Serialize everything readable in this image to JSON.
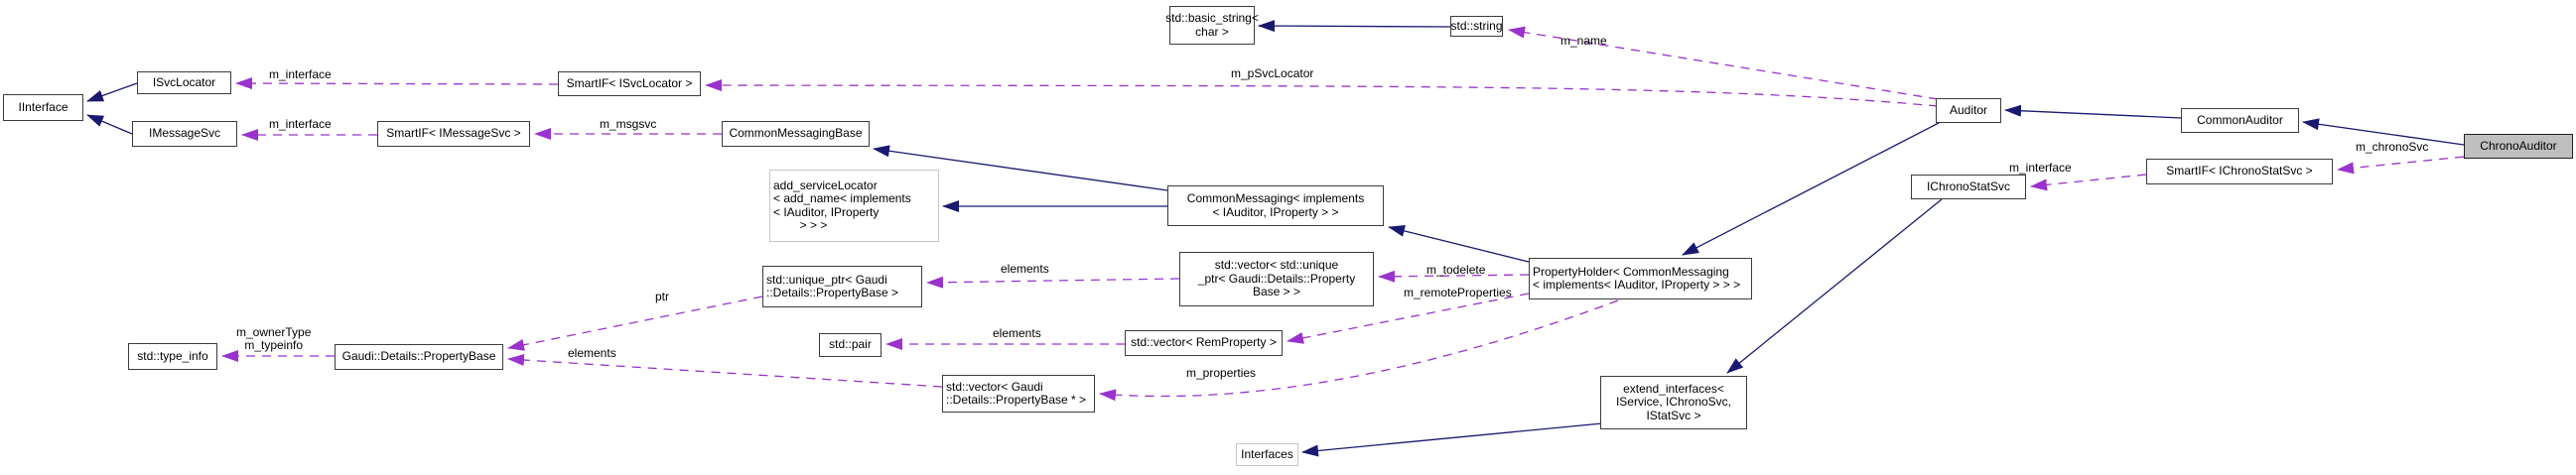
{
  "diagram": {
    "kind": "collaboration-graph",
    "highlighted_node": "ChronoAuditor",
    "colors": {
      "inheritance_edge": "#191970",
      "usage_edge": "#9a32cd",
      "node_fill": "#ffffff",
      "node_border": "#3c3c3c",
      "highlight_fill": "#bfbfbf",
      "faint_border": "#c6c6c6"
    },
    "nodes": [
      {
        "id": "basic-string",
        "label": "std::basic_string<\nchar >"
      },
      {
        "id": "string",
        "label": "std::string"
      },
      {
        "id": "auditor",
        "label": "Auditor"
      },
      {
        "id": "common-auditor",
        "label": "CommonAuditor"
      },
      {
        "id": "chrono-auditor",
        "label": "ChronoAuditor"
      },
      {
        "id": "iinterface",
        "label": "IInterface"
      },
      {
        "id": "isvclocator",
        "label": "ISvcLocator"
      },
      {
        "id": "imessagesvc",
        "label": "IMessageSvc"
      },
      {
        "id": "smartif-isvclocator",
        "label": "SmartIF< ISvcLocator >"
      },
      {
        "id": "smartif-imessagesvc",
        "label": "SmartIF< IMessageSvc >"
      },
      {
        "id": "commonmessagingbase",
        "label": "CommonMessagingBase"
      },
      {
        "id": "add-servicelocator",
        "label": "add_serviceLocator\n< add_name< implements\n< IAuditor, IProperty\n        > > >"
      },
      {
        "id": "commonmessaging",
        "label": "CommonMessaging< implements\n< IAuditor, IProperty > >"
      },
      {
        "id": "propertyholder",
        "label": "PropertyHolder< CommonMessaging\n< implements< IAuditor, IProperty > > >"
      },
      {
        "id": "ichronostatsvc",
        "label": "IChronoStatSvc"
      },
      {
        "id": "smartif-ichronostatsvc",
        "label": "SmartIF< IChronoStatSvc >"
      },
      {
        "id": "vector-uniqueptr",
        "label": "std::vector< std::unique\n_ptr< Gaudi::Details::Property\nBase > >"
      },
      {
        "id": "uniqueptr-propertybase",
        "label": "std::unique_ptr< Gaudi\n::Details::PropertyBase >"
      },
      {
        "id": "pair",
        "label": "std::pair"
      },
      {
        "id": "vector-remproperty",
        "label": "std::vector< RemProperty >"
      },
      {
        "id": "propertybase",
        "label": "Gaudi::Details::PropertyBase"
      },
      {
        "id": "typeinfo",
        "label": "std::type_info"
      },
      {
        "id": "vector-propertybase-ptr",
        "label": "std::vector< Gaudi\n::Details::PropertyBase * >"
      },
      {
        "id": "extend-interfaces",
        "label": "extend_interfaces<\nIService, IChronoSvc,\nIStatSvc >"
      },
      {
        "id": "interfaces",
        "label": "Interfaces"
      }
    ],
    "edge_labels": [
      {
        "text": "m_name"
      },
      {
        "text": "m_pSvcLocator"
      },
      {
        "text": "m_interface"
      },
      {
        "text": "m_interface"
      },
      {
        "text": "m_msgsvc"
      },
      {
        "text": "m_todelete"
      },
      {
        "text": "m_remoteProperties"
      },
      {
        "text": "elements"
      },
      {
        "text": "ptr"
      },
      {
        "text": "m_ownerType\nm_typeinfo"
      },
      {
        "text": "elements"
      },
      {
        "text": "elements"
      },
      {
        "text": "m_properties"
      },
      {
        "text": "m_chronoSvc"
      },
      {
        "text": "m_interface"
      }
    ]
  }
}
